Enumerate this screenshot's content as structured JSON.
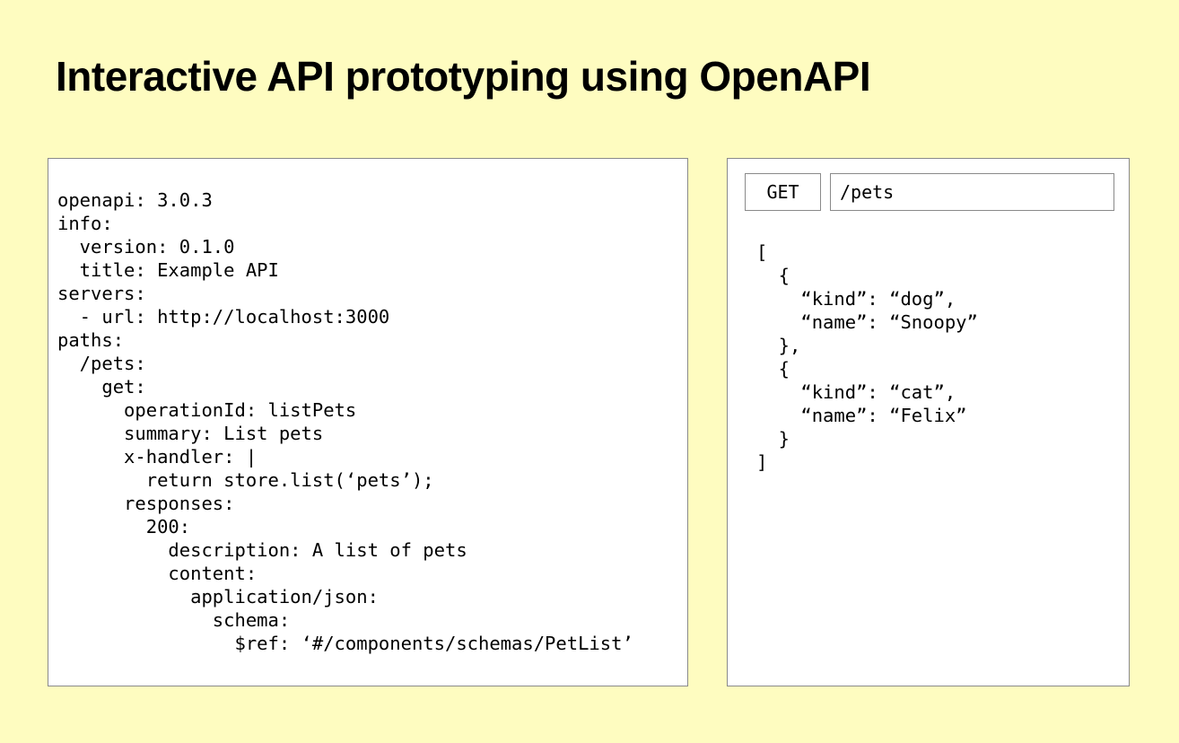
{
  "title": "Interactive API prototyping using OpenAPI",
  "editor": {
    "lines": [
      "openapi: 3.0.3",
      "info:",
      "  version: 0.1.0",
      "  title: Example API",
      "servers:",
      "  - url: http://localhost:3000",
      "paths:",
      "  /pets:",
      "    get:",
      "      operationId: listPets",
      "      summary: List pets",
      "      x-handler: |",
      "        return store.list(‘pets’);",
      "      responses:",
      "        200:",
      "          description: A list of pets",
      "          content:",
      "            application/json:",
      "              schema:",
      "                $ref: ‘#/components/schemas/PetList’"
    ]
  },
  "request": {
    "method": "GET",
    "path": "/pets"
  },
  "response": {
    "lines": [
      "[",
      "  {",
      "    “kind”: “dog”,",
      "    “name”: “Snoopy”",
      "  },",
      "  {",
      "    “kind”: “cat”,",
      "    “name”: “Felix”",
      "  }",
      "]"
    ]
  }
}
